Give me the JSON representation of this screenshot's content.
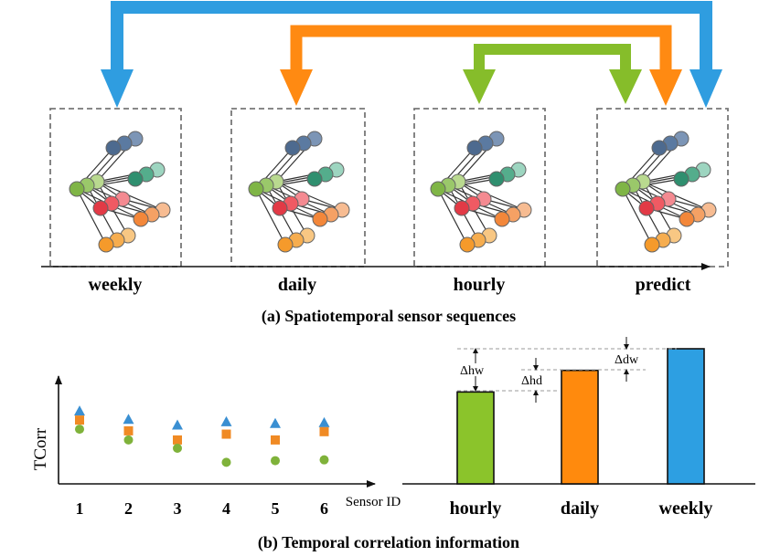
{
  "top": {
    "caption": "(a) Spatiotemporal sensor sequences",
    "panels": [
      {
        "label": "weekly"
      },
      {
        "label": "daily"
      },
      {
        "label": "hourly"
      },
      {
        "label": "predict"
      }
    ],
    "arrow_colors": {
      "weekly": "#2f9de0",
      "daily": "#ff8a12",
      "hourly": "#86bd2a"
    }
  },
  "bottom_left": {
    "ylabel": "TCorr",
    "xlabel": "Sensor ID"
  },
  "bottom_right": {
    "deltas": {
      "hw": "Δhw",
      "hd": "Δhd",
      "dw": "Δdw"
    }
  },
  "caption_b": "(b) Temporal correlation information",
  "chart_data": [
    {
      "type": "scatter",
      "title": "",
      "xlabel": "Sensor ID",
      "ylabel": "TCorr",
      "x": [
        1,
        2,
        3,
        4,
        5,
        6
      ],
      "series": [
        {
          "marker": "triangle",
          "color": "#3a8fd2",
          "values": [
            0.88,
            0.78,
            0.71,
            0.75,
            0.73,
            0.74
          ]
        },
        {
          "marker": "square",
          "color": "#f08a24",
          "values": [
            0.77,
            0.64,
            0.53,
            0.6,
            0.53,
            0.63
          ]
        },
        {
          "marker": "circle",
          "color": "#7fb23a",
          "values": [
            0.66,
            0.53,
            0.43,
            0.26,
            0.28,
            0.29
          ]
        }
      ],
      "xticks": [
        "1",
        "2",
        "3",
        "4",
        "5",
        "6"
      ],
      "ylim": [
        0,
        1.3
      ],
      "grid": false
    },
    {
      "type": "bar",
      "title": "",
      "categories": [
        "hourly",
        "daily",
        "weekly"
      ],
      "values": [
        0.68,
        0.84,
        1.0
      ],
      "colors": [
        "#8bc42b",
        "#ff8a0d",
        "#2d9fe2"
      ],
      "ylim": [
        0,
        1.1
      ],
      "grid": false
    }
  ]
}
